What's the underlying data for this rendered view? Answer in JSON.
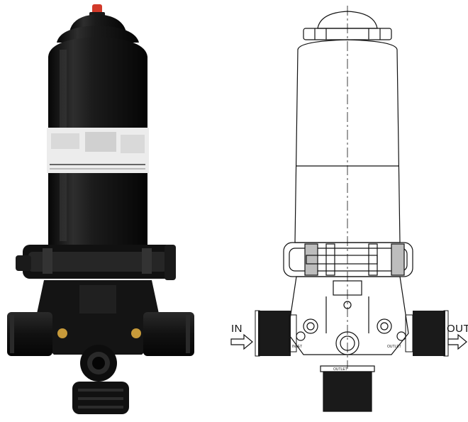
{
  "drawing": {
    "inlet_label": "IN",
    "outlet_label": "OUT",
    "inlet_marking": "INLET",
    "outlet_marking": "OUTLET",
    "drain_marking": "OUTLET"
  },
  "colors": {
    "body": "#141414",
    "body_highlight": "#3a3a3a",
    "cap_red": "#d23a2a",
    "brass": "#c79a3a",
    "line": "#111111",
    "grey_fill": "#bdbdbd"
  }
}
